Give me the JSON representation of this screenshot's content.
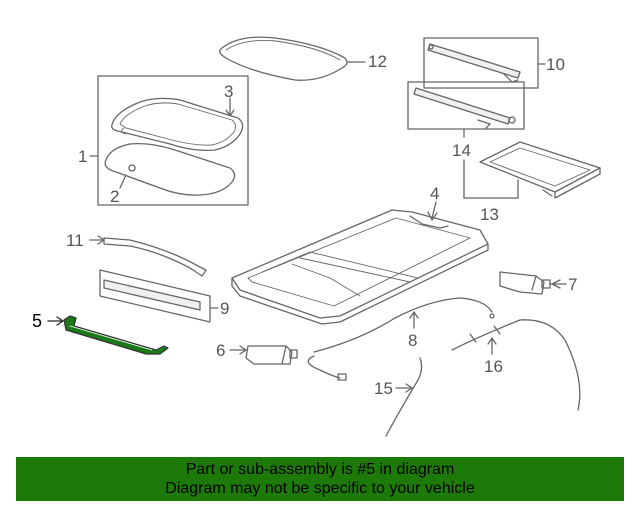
{
  "callouts": {
    "c1": "1",
    "c2": "2",
    "c3": "3",
    "c4": "4",
    "c5": "5",
    "c6": "6",
    "c7": "7",
    "c8": "8",
    "c9": "9",
    "c10": "10",
    "c11": "11",
    "c12": "12",
    "c13": "13",
    "c14": "14",
    "c15": "15",
    "c16": "16"
  },
  "banner": {
    "line1": "Part or sub-assembly is #5 in diagram",
    "line2": "Diagram may not be specific to your vehicle"
  },
  "colors": {
    "banner_bg": "#1e7a08",
    "highlight_part": "#1a7a1a",
    "line_art": "#666666"
  }
}
